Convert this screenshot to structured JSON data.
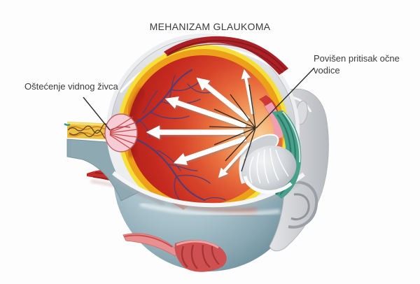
{
  "title": "MEHANIZAM GLAUKOMA",
  "annotations": {
    "optic_nerve_damage": {
      "text": "Oštećenje vidnog živca",
      "side": "left"
    },
    "aqueous_pressure": {
      "text": "Povišen pritisak očne vodice",
      "side": "right"
    }
  },
  "diagram": {
    "subject": "eye cross-section showing glaucoma mechanism",
    "pressure_arrow_count": 6,
    "colors": {
      "background": "#fdfdfd",
      "vitreous_dark_red": "#aa1d18",
      "vitreous_light_orange": "#f9cd97",
      "choroid_orange": "#eda019",
      "choroid_yellow": "#f6df3a",
      "sclera_shell_gray": "#d6d8db",
      "globe_blue_gray": "#a9c3cc",
      "muscle_red": "#c22828",
      "ciliary_teal": "#49a18c",
      "lens_gray": "#ccd0d4",
      "retinal_vessels_purple": "#453f7d",
      "optic_disc_pink": "#f8ccd4",
      "optic_nerve_yellow": "#ecc143",
      "nerve_sheath_blue_gray": "#8fa9b2",
      "arrow_white": "#ffffff",
      "pointer_line_black": "#2b2b2b",
      "text": "#3a3a3a"
    }
  }
}
